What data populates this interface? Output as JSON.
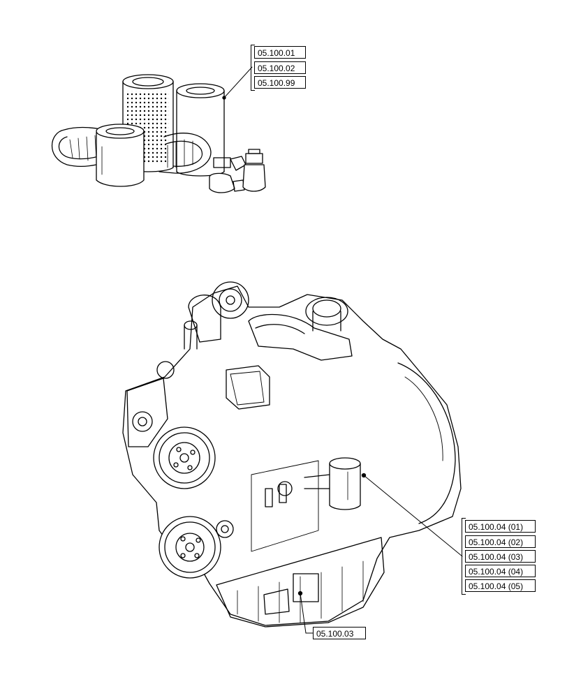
{
  "diagram": {
    "callouts": {
      "service_kit": [
        "05.100.01",
        "05.100.02",
        "05.100.99"
      ],
      "fuel_filter": [
        "05.100.04 (01)",
        "05.100.04 (02)",
        "05.100.04 (03)",
        "05.100.04 (04)",
        "05.100.04 (05)"
      ],
      "oil_sump": "05.100.03"
    }
  }
}
